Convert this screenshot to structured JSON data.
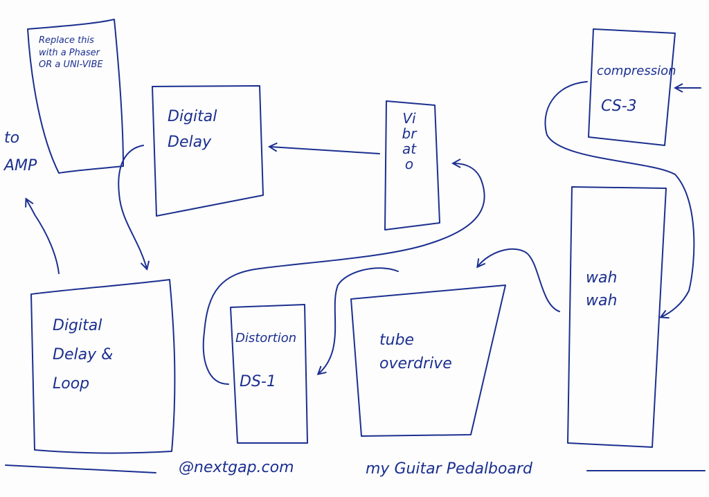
{
  "colors": {
    "ink": "#1b2f8f",
    "paper": "#fdfdfd"
  },
  "pedals": {
    "phaser_note": "Replace this with a Phaser OR a UNI-VIBE",
    "digital_delay": "Digital Delay",
    "vibrato": "Vibrato",
    "compression": "compression",
    "compression_model": "CS-3",
    "wah": "wah wah",
    "tube_overdrive": "tube overdrive",
    "distortion": "Distortion",
    "distortion_model": "DS-1",
    "delay_loop": "Digital Delay & Loop"
  },
  "labels": {
    "to_amp": "to AMP"
  },
  "footer": {
    "site": "@nextgap.com",
    "caption": "my Guitar Pedalboard"
  }
}
